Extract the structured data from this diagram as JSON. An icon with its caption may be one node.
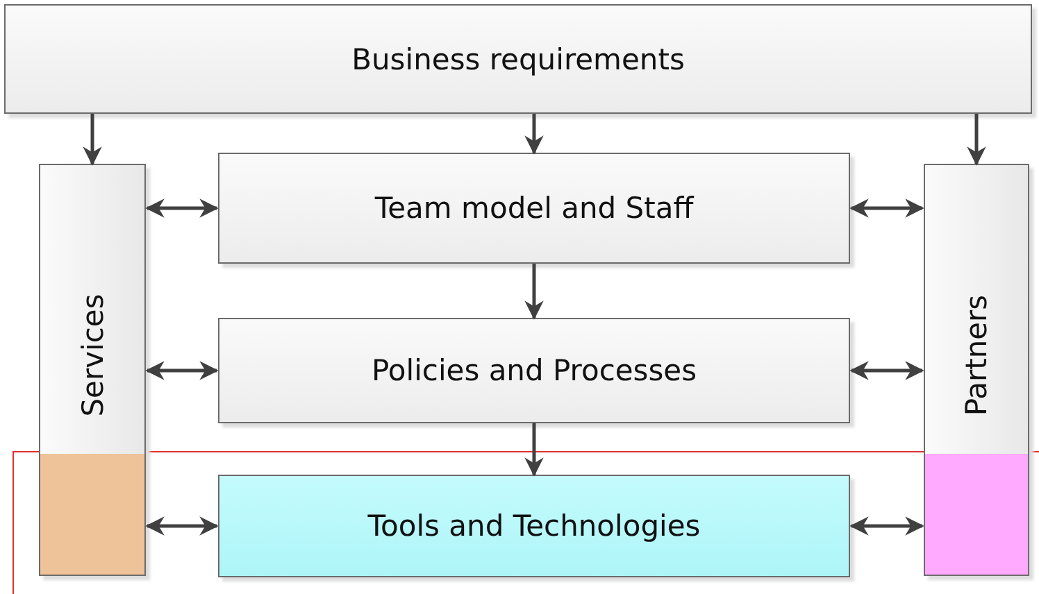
{
  "diagram": {
    "nodes": [
      {
        "text": [
          "Business requirements"
        ]
      },
      {
        "text": [
          "Services"
        ]
      },
      {
        "text": [
          "Team model and Staff"
        ]
      },
      {
        "text": [
          "Partners"
        ]
      },
      {
        "text": [
          "Policies and Processes"
        ]
      },
      {
        "text": [
          "Tools and Technologies"
        ]
      }
    ],
    "edges": [
      {
        "from": 0,
        "to": 1,
        "arrow": "to"
      },
      {
        "from": 0,
        "to": 2,
        "arrow": "to"
      },
      {
        "from": 0,
        "to": 3,
        "arrow": "to"
      },
      {
        "from": 1,
        "to": 2,
        "arrow": "both"
      },
      {
        "from": 2,
        "to": 3,
        "arrow": "both"
      },
      {
        "from": 2,
        "to": 4,
        "arrow": "to"
      },
      {
        "from": 1,
        "to": 4,
        "arrow": "both"
      },
      {
        "from": 4,
        "to": 3,
        "arrow": "both"
      },
      {
        "from": 4,
        "to": 5,
        "arrow": "to"
      },
      {
        "from": 1,
        "to": 5,
        "arrow": "both"
      },
      {
        "from": 5,
        "to": 3,
        "arrow": "both"
      }
    ]
  }
}
